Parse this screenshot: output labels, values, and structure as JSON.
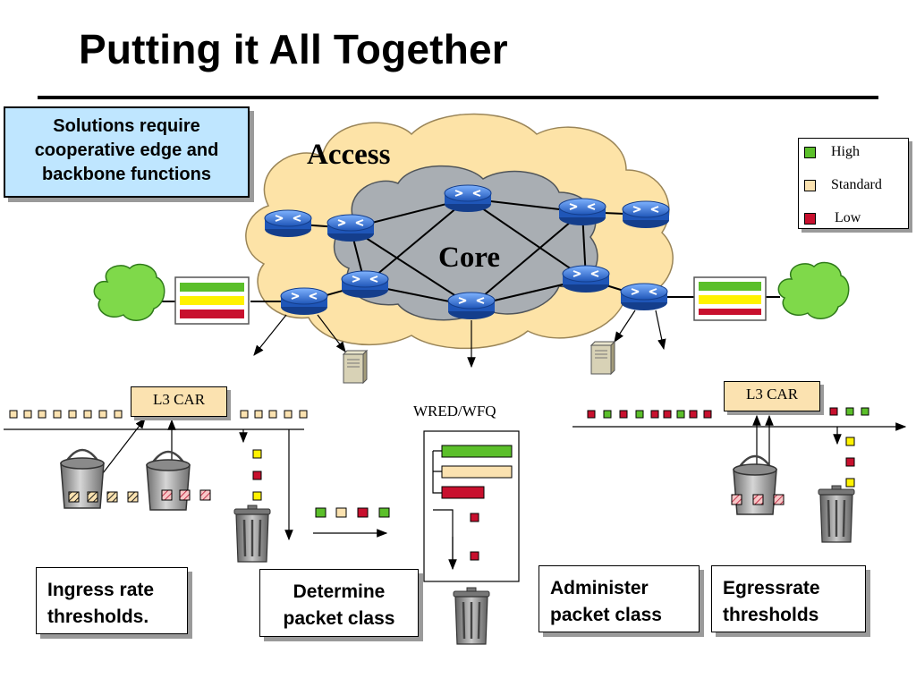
{
  "slide": {
    "title": "Putting it All Together"
  },
  "callouts": {
    "solutions": [
      "Solutions require",
      "cooperative edge and",
      "backbone functions"
    ],
    "ingress": [
      "Ingress rate",
      "thresholds."
    ],
    "determine": [
      "Determine",
      "packet class"
    ],
    "administer": [
      "Administer",
      "packet class"
    ],
    "egress": [
      "Egressrate",
      "thresholds"
    ]
  },
  "network": {
    "access_label": "Access",
    "core_label": "Core"
  },
  "labels": {
    "car_left": "L3 CAR",
    "car_right": "L3 CAR",
    "wred": "WRED/WFQ"
  },
  "legend": [
    {
      "label": "High",
      "color": "#5bbf2a"
    },
    {
      "label": "Standard",
      "color": "#fbe2b0"
    },
    {
      "label": "Low",
      "color": "#c8102e"
    }
  ],
  "colors": {
    "high": "#5bbf2a",
    "standard": "#fbe2b0",
    "low": "#c8102e",
    "access_cloud": "#fde3a7",
    "core_cloud": "#a9aeb3",
    "router": "#2f6fd1",
    "callout_fill": "#bfe6ff",
    "car_fill": "#fbe2b0"
  }
}
